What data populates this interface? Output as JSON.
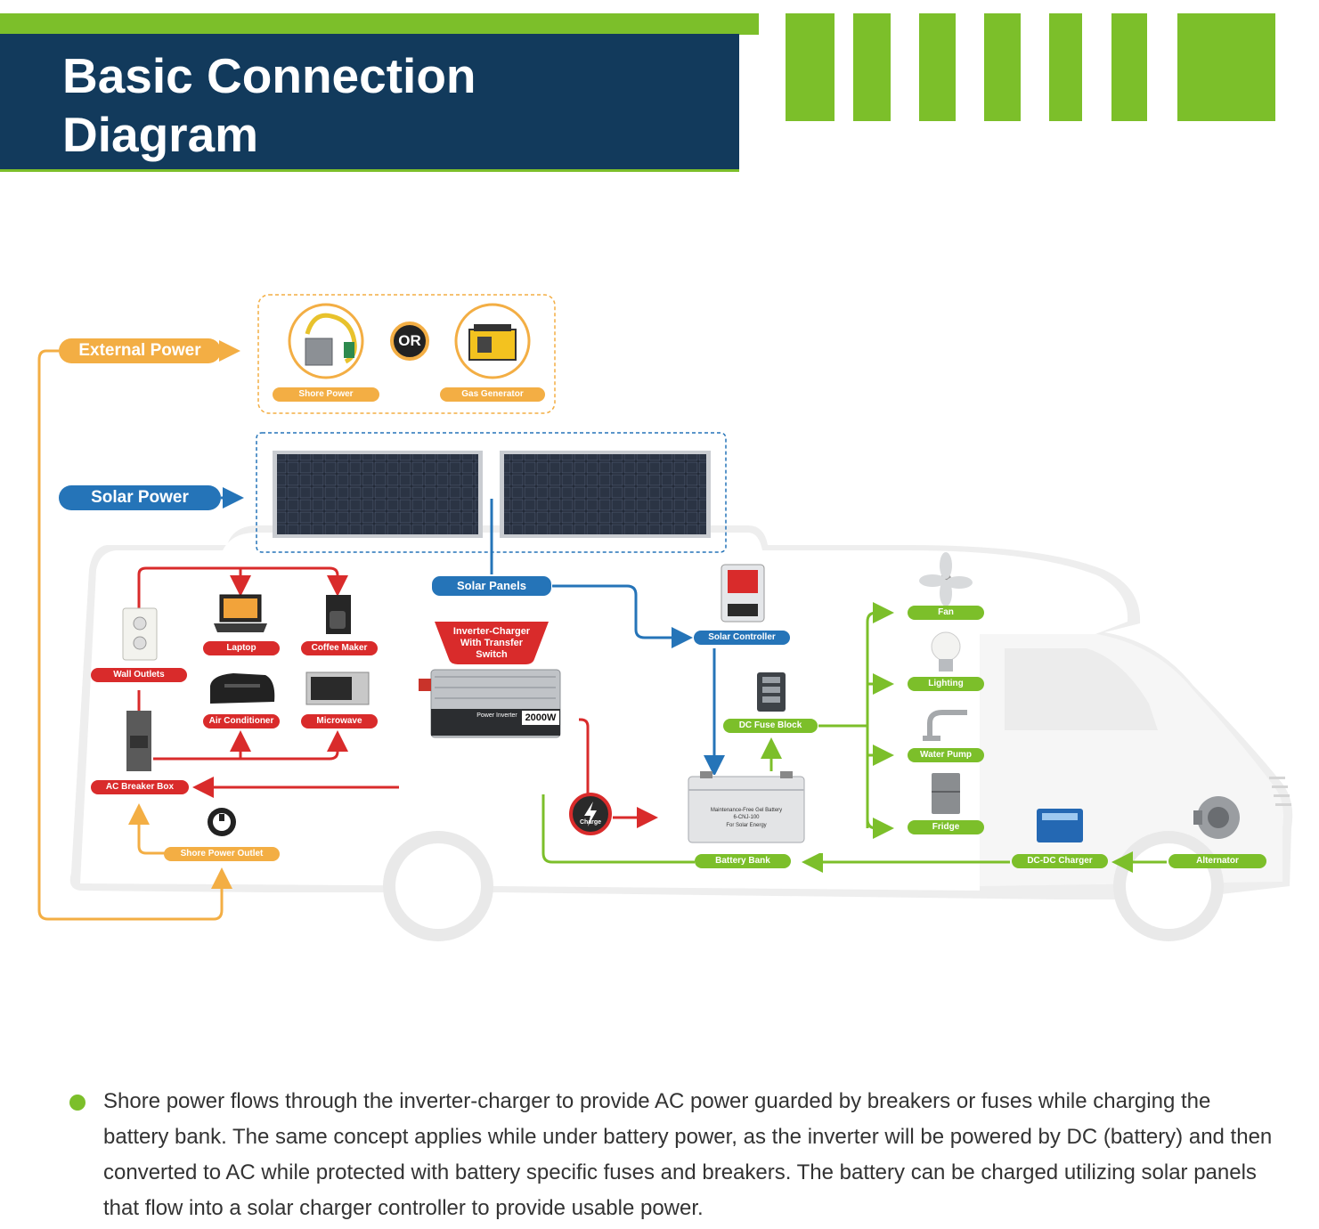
{
  "header": {
    "title_line1": "Basic Connection",
    "title_line2": "Diagram"
  },
  "colors": {
    "accent_green": "#7cbf2a",
    "navy": "#123a5c",
    "ac_red": "#d92b2b",
    "solar_blue": "#2574b8",
    "external_orange": "#f3ae44"
  },
  "diagram": {
    "sources": {
      "external_power": "External Power",
      "solar_power": "Solar Power",
      "or_label": "OR"
    },
    "external_options": {
      "shore_power": "Shore Power",
      "gas_generator": "Gas Generator"
    },
    "ac_side": {
      "wall_outlets": "Wall Outlets",
      "laptop": "Laptop",
      "coffee_maker": "Coffee Maker",
      "air_conditioner": "Air Conditioner",
      "microwave": "Microwave",
      "ac_breaker_box": "AC Breaker Box",
      "shore_power_outlet": "Shore Power Outlet"
    },
    "inverter": {
      "label": "Inverter-Charger With Transfer Switch",
      "device_text": "Power Inverter",
      "rating": "2000W",
      "charge": "Charge"
    },
    "solar": {
      "solar_panels": "Solar Panels",
      "solar_controller": "Solar Controller"
    },
    "dc_side": {
      "dc_fuse_block": "DC Fuse Block",
      "battery_bank": "Battery Bank",
      "battery_text_line1": "Maintenance-Free Gel Battery",
      "battery_text_line2": "6-CNJ-100",
      "battery_text_line3": "For Solar Energy",
      "fan": "Fan",
      "lighting": "Lighting",
      "water_pump": "Water Pump",
      "fridge": "Fridge",
      "dc_dc_charger": "DC-DC Charger",
      "alternator": "Alternator"
    }
  },
  "description": "Shore power flows through the inverter-charger to provide AC power guarded by breakers or fuses while charging the battery bank. The same concept applies while under battery power, as the inverter will be powered by DC (battery) and then converted to AC while protected with battery specific fuses and breakers. The battery can be charged utilizing solar panels that flow into a solar charger controller to provide usable power."
}
